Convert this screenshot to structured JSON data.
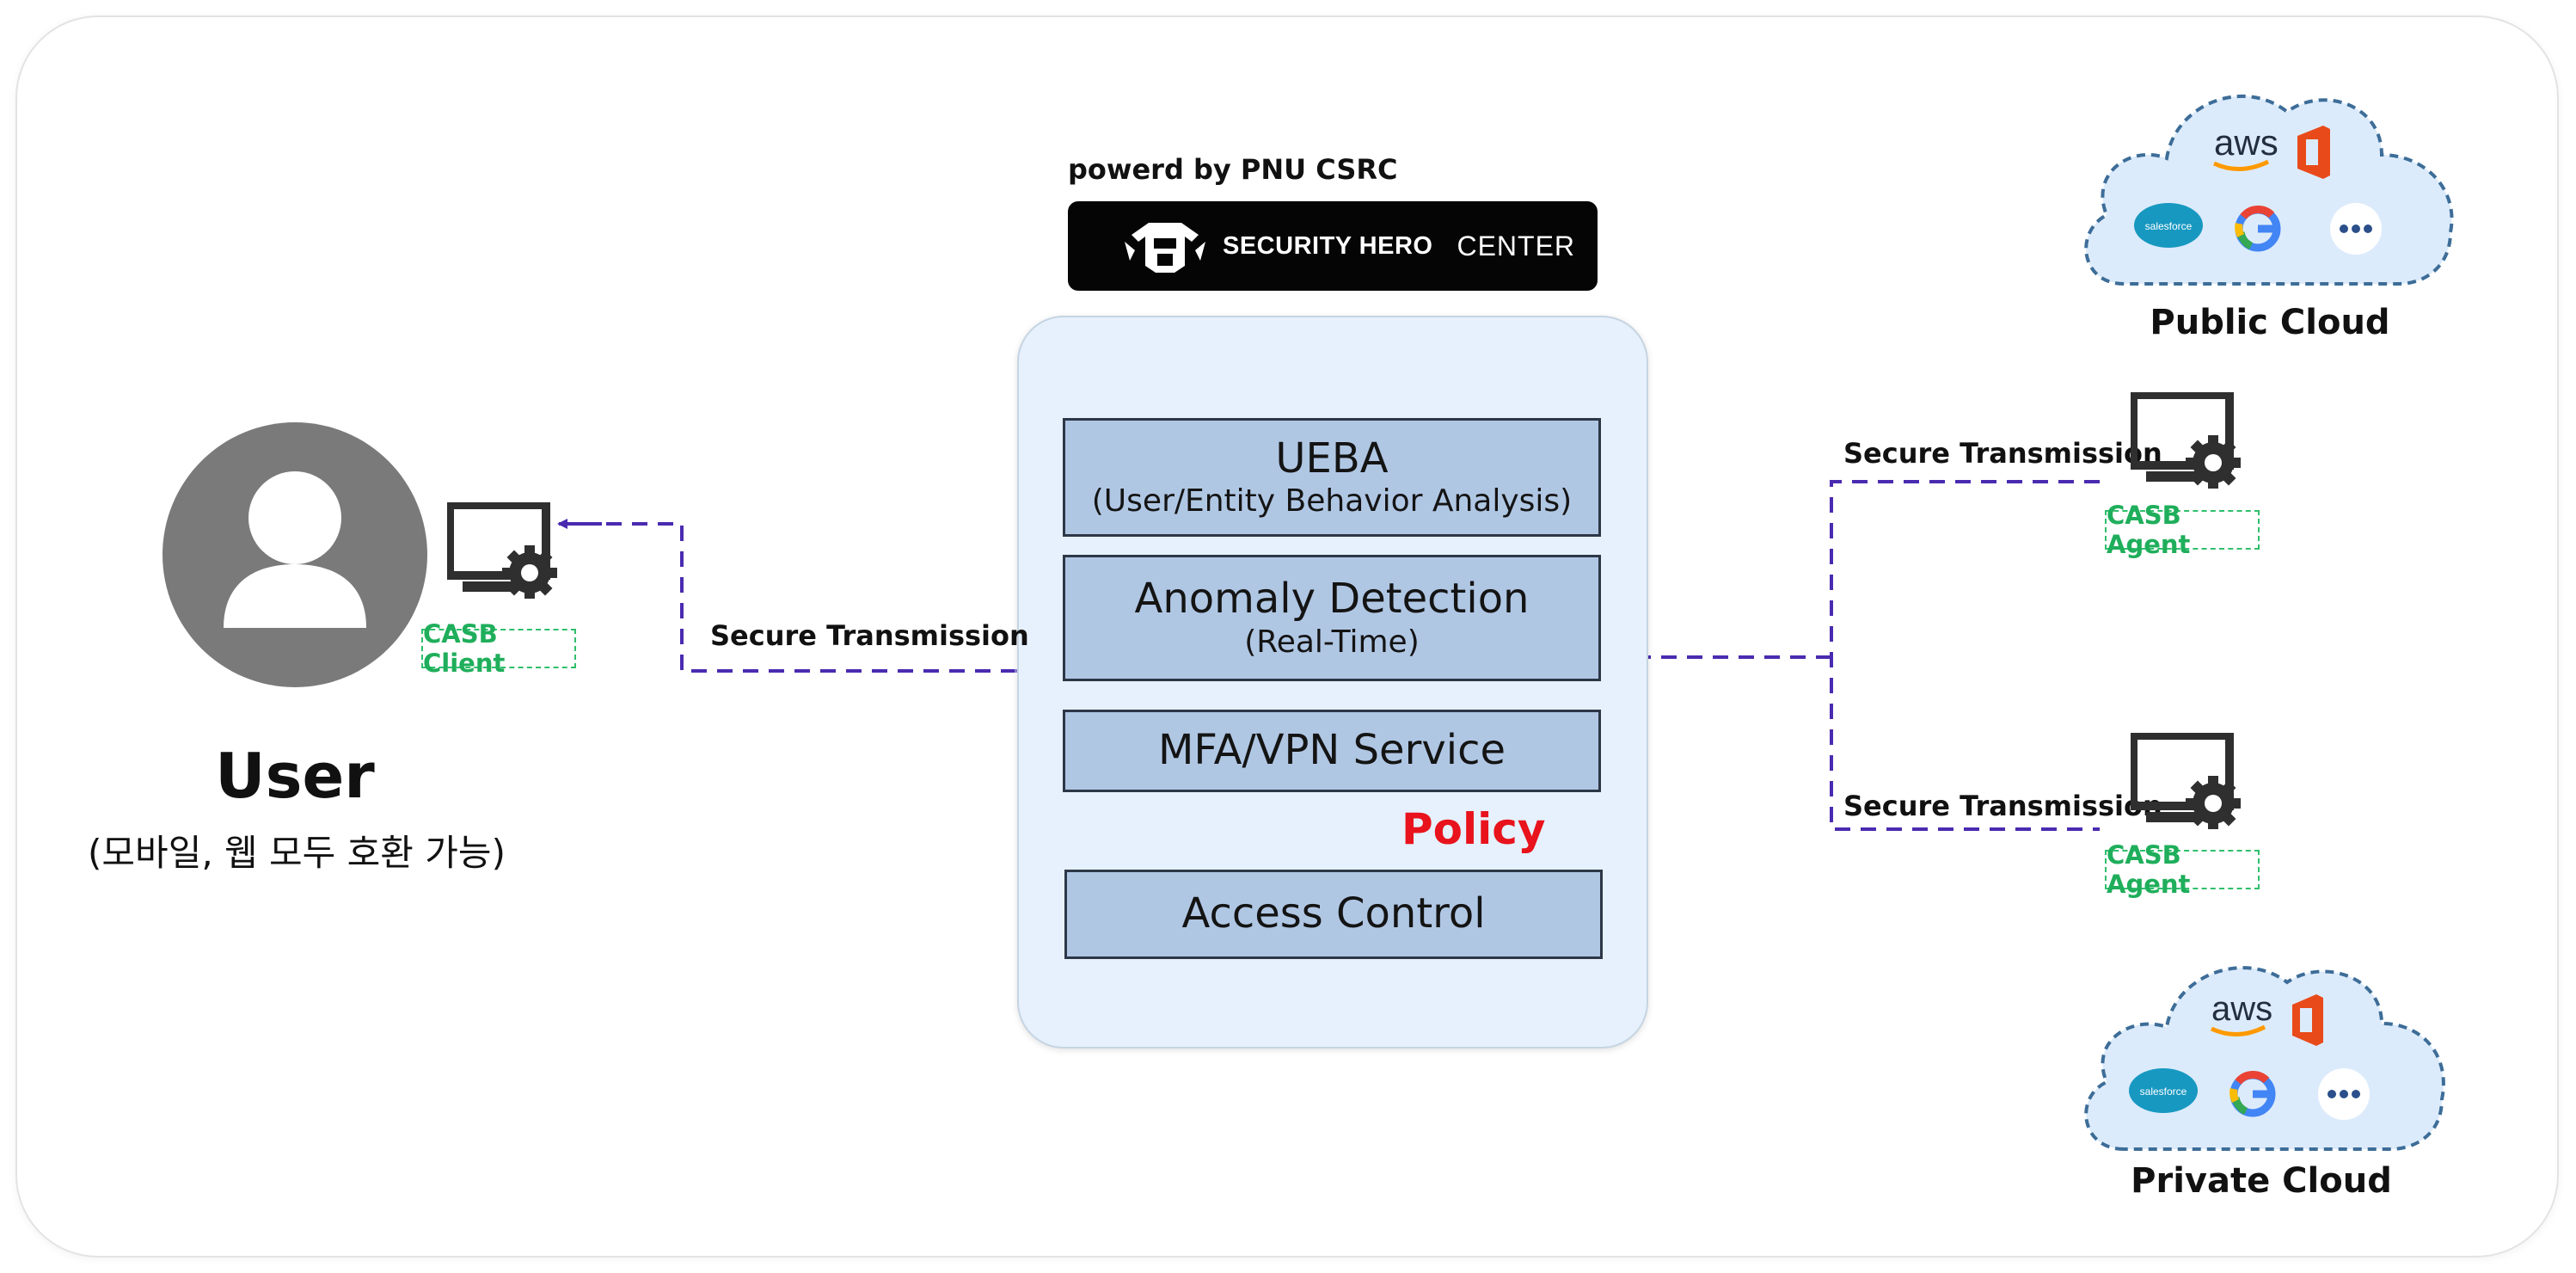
{
  "header": {
    "powered_by": "powerd by PNU CSRC",
    "logo_main": "SECURITY HERO",
    "logo_sub": "CENTER"
  },
  "user": {
    "title": "User",
    "subtitle": "(모바일, 웹 모두 호환 가능)",
    "client_badge": "CASB Client"
  },
  "core": {
    "modules": [
      {
        "title": "UEBA",
        "subtitle": "(User/Entity Behavior Analysis)"
      },
      {
        "title": "Anomaly Detection",
        "subtitle": "(Real-Time)"
      },
      {
        "title": "MFA/VPN Service",
        "subtitle": ""
      },
      {
        "title": "Access Control",
        "subtitle": ""
      }
    ],
    "policy_label": "Policy"
  },
  "links": {
    "left_label": "Secure Transmission",
    "right_top_label": "Secure Transmission",
    "right_bottom_label": "Secure Transmission"
  },
  "agents": {
    "top_badge": "CASB Agent",
    "bottom_badge": "CASB Agent"
  },
  "clouds": {
    "public": {
      "title": "Public Cloud",
      "aws": "aws",
      "salesforce": "salesforce"
    },
    "private": {
      "title": "Private Cloud",
      "aws": "aws",
      "salesforce": "salesforce"
    }
  },
  "colors": {
    "wire": "#4a2bb0",
    "policy": "#e8131c",
    "module_fill": "#b0c7e4",
    "panel_fill": "#e6f1fd",
    "badge_green": "#1fae5b",
    "cloud_fill": "#dcebfb"
  }
}
